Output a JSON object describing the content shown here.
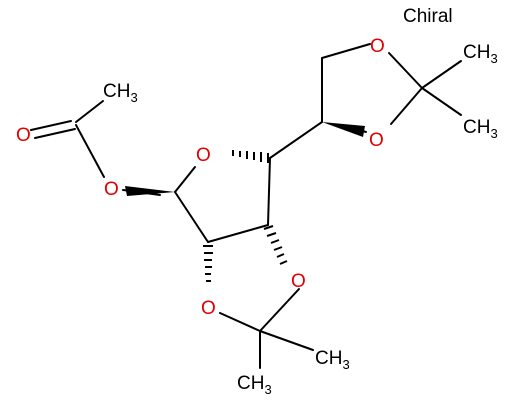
{
  "structure": {
    "chiral_label": "Chiral",
    "atoms": {
      "o_carbonyl": "O",
      "o_ester": "O",
      "o_furanose_ring": "O",
      "o_acetonide_lower_left": "O",
      "o_acetonide_lower_right": "O",
      "o_dioxolane_top": "O",
      "o_dioxolane_right": "O"
    },
    "methyl_groups": {
      "acetyl": {
        "main": "CH",
        "sub": "3"
      },
      "dioxolane_upper": {
        "main": "CH",
        "sub": "3"
      },
      "dioxolane_lower": {
        "main": "CH",
        "sub": "3"
      },
      "acetonide_right": {
        "main": "CH",
        "sub": "3"
      },
      "acetonide_bottom": {
        "main": "CH",
        "sub": "3"
      }
    },
    "colors": {
      "oxygen": "#e00000",
      "carbon_text": "#000000",
      "bond": "#000000"
    }
  }
}
